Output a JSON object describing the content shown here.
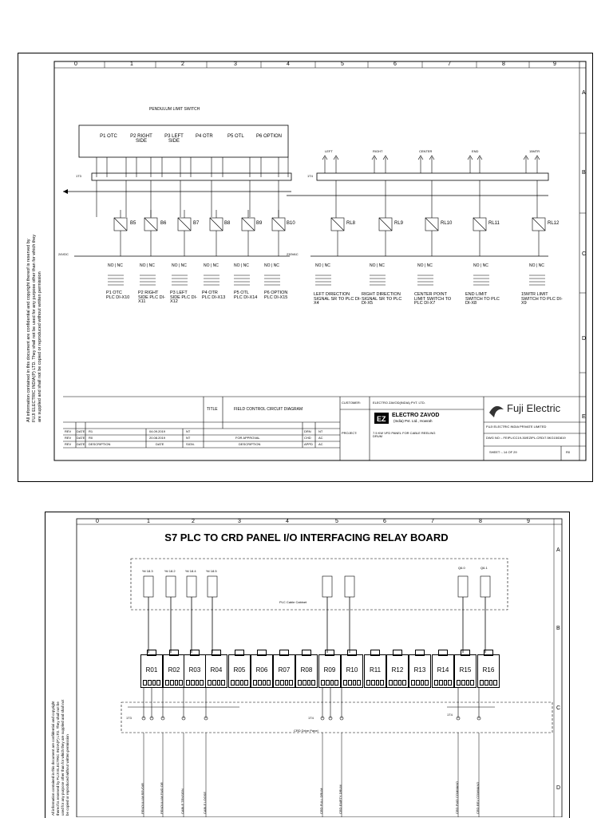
{
  "sheet1": {
    "columns": [
      "0",
      "1",
      "2",
      "3",
      "4",
      "5",
      "6",
      "7",
      "8",
      "9"
    ],
    "rows": [
      "A",
      "B",
      "C",
      "D",
      "E"
    ],
    "heading": "PENDULUM LIMIT SWITCH",
    "switch_labels": [
      "P1 OTC",
      "P2 RIGHT SIDE",
      "P3 LEFT SIDE",
      "P4 OTR",
      "P5 OTL",
      "P6 OPTION"
    ],
    "top_labels_right": [
      "LEFT",
      "RIGHT",
      "CENTER",
      "END",
      "15MTR"
    ],
    "tb_left": "1T3",
    "tb_right": "1T4",
    "bus_left": "24VDC",
    "bus_right": "230VAC",
    "relays_left": [
      "B5",
      "B6",
      "B7",
      "B8",
      "B9",
      "B10"
    ],
    "relays_right": [
      "RL8",
      "RL9",
      "RL10",
      "RL11",
      "RL12"
    ],
    "contact": "NO | NC",
    "bottom_labels_left": [
      "P1 OTC PLC DI-X10",
      "P2 RIGHT SIDE PLC DI-X11",
      "P3 LEFT SIDE PLC DI-X12",
      "P4 OTR PLC DI-X13",
      "P5 OTL PLC DI-X14",
      "P6 OPTION PLC DI-X15"
    ],
    "bottom_labels_right": [
      "LEFT DIRECTION SIGNAL SR TO PLC DI-X4",
      "RIGHT DIRECTION SIGNAL SR TO PLC DI-X5",
      "CENTER POINT LIMIT SWITCH TO PLC DI-X7",
      "END LIMIT SWITCH TO PLC DI-X8",
      "15MTR LIMIT SWITCH TO PLC DI-X9"
    ],
    "confidential": "All information contained in this document are confidential and copyright thereof is reserved by FUJI ELECTRIC INDIA(P) LTD. They shall not be used for any purpose other than for which they are supplied and shall not be copied or reproduced without written permission",
    "title_block": {
      "title_label": "TITLE",
      "title": "FIELD CONTROL CIRCUIT DIAGRAM",
      "customer_label": "CUSTOMER:",
      "customer": "ELECTRO ZAVOD(INDIA) PVT. LTD.",
      "ez_name": "ELECTRO ZAVOD",
      "ez_sub": "(India) Pvt. Ltd., Howrah",
      "project_label": "PROJECT:",
      "project": "7.5 KW VFD PANEL FOR CABLE REELING DRUM",
      "fuji": "Fuji Electric",
      "fuji_company": "FUJI ELECTRIC INDIA PRIVATE LIMITED",
      "dwg": "DWG NO :- FEIPL/CC19-30/EZIPL-CRD/7.5KG15/D819",
      "sheet": "SHEET :- 14 OF 29",
      "rev_code": "R0",
      "rev_rows": [
        {
          "rev": "REV",
          "date": "DATE",
          "c3": "R1",
          "c4": "04.09.2019",
          "c5": "NT",
          "c6": "",
          "c7": "DRN",
          "c8": "NT"
        },
        {
          "rev": "REV",
          "date": "DATE",
          "c3": "R0",
          "c4": "20.08.2019",
          "c5": "NT",
          "c6": "FOR APPROVAL",
          "c7": "CHD",
          "c8": "AC"
        },
        {
          "rev": "REV",
          "date": "DATE",
          "c3": "DESCRIPTION",
          "c4": "DATE",
          "c5": "SIGN.",
          "c6": "DESCRIPTION",
          "c7": "APPD",
          "c8": "AC"
        }
      ]
    }
  },
  "sheet2": {
    "title": "S7 PLC TO CRD PANEL I/O INTERFACING RELAY BOARD",
    "columns": [
      "0",
      "1",
      "2",
      "3",
      "4",
      "5",
      "6",
      "7",
      "8",
      "9"
    ],
    "rows": [
      "A",
      "B",
      "C",
      "D"
    ],
    "plc_addresses": [
      "%I 18.3",
      "%I 18.2",
      "%I 18.4",
      "%I 18.5",
      "Q6.0",
      "Q6.1"
    ],
    "plc_cabinet": "PLC Cable Cabinet",
    "relays": [
      "R01",
      "R02",
      "R03",
      "R04",
      "R05",
      "R06",
      "R07",
      "R08",
      "R09",
      "R10",
      "R11",
      "R12",
      "R13",
      "R14",
      "R15",
      "R16"
    ],
    "drive_panel": "CRD Drive Panel",
    "tb_left": "1T3",
    "tb_right": "1T4",
    "bottom_signals": [
      "PENDULUM REVOIR",
      "PENDULUM FWD OR",
      "CABLE TENSION",
      "CABLE LOOSE",
      "CRD FULL DRUM",
      "CRD EMPTY DRUM",
      "CRD FWD COMMAND",
      "CRD REV COMMAND"
    ],
    "confidential": "All information contained in this document are confidential and copyright thereof is reserved by FUJI ELECTRIC INDIA(P) LTD. They shall not be used for any purpose other than for which they are supplied and shall not be copied or reproduced without written permission"
  }
}
